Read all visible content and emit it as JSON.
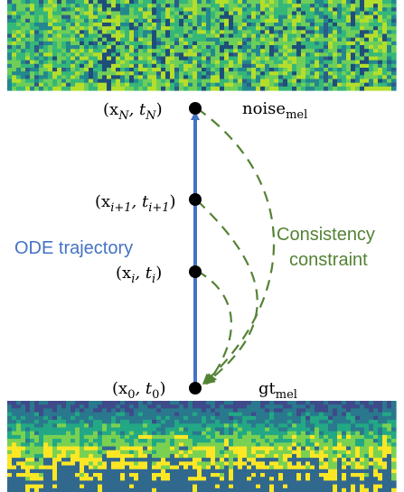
{
  "spectrograms": {
    "top": {
      "label": "noise mel spectrogram (noise texture)",
      "palette": [
        "#2b5c8a",
        "#23888e",
        "#35b779",
        "#6ece58",
        "#b5de2b",
        "#1f4e79"
      ]
    },
    "bottom": {
      "label": "ground-truth mel spectrogram",
      "palette": [
        "#3e4a89",
        "#2a788e",
        "#22a884",
        "#7ad151",
        "#fde725",
        "#31688e"
      ]
    }
  },
  "trajectory": {
    "label": "ODE trajectory",
    "color": "#4472c4"
  },
  "constraint": {
    "line1": "Consistency",
    "line2": "constraint",
    "color": "#548235"
  },
  "points": [
    {
      "id": "xN",
      "label_x": "(x",
      "sub_x": "N",
      "label_sep": ", t",
      "sub_t": "N",
      "close": ")"
    },
    {
      "id": "xi1",
      "label_x": "(x",
      "sub_x": "i+1",
      "label_sep": ", t",
      "sub_t": "i+1",
      "close": ")"
    },
    {
      "id": "xi",
      "label_x": "(x",
      "sub_x": "i",
      "label_sep": ", t",
      "sub_t": "i",
      "close": ")"
    },
    {
      "id": "x0",
      "label_x": "(x",
      "sub_x": "0",
      "label_sep": ", t",
      "sub_t": "0",
      "close": ")"
    }
  ],
  "noise_label": {
    "main": "noise",
    "sub": "mel"
  },
  "gt_label": {
    "main": "gt",
    "sub": "mel"
  }
}
